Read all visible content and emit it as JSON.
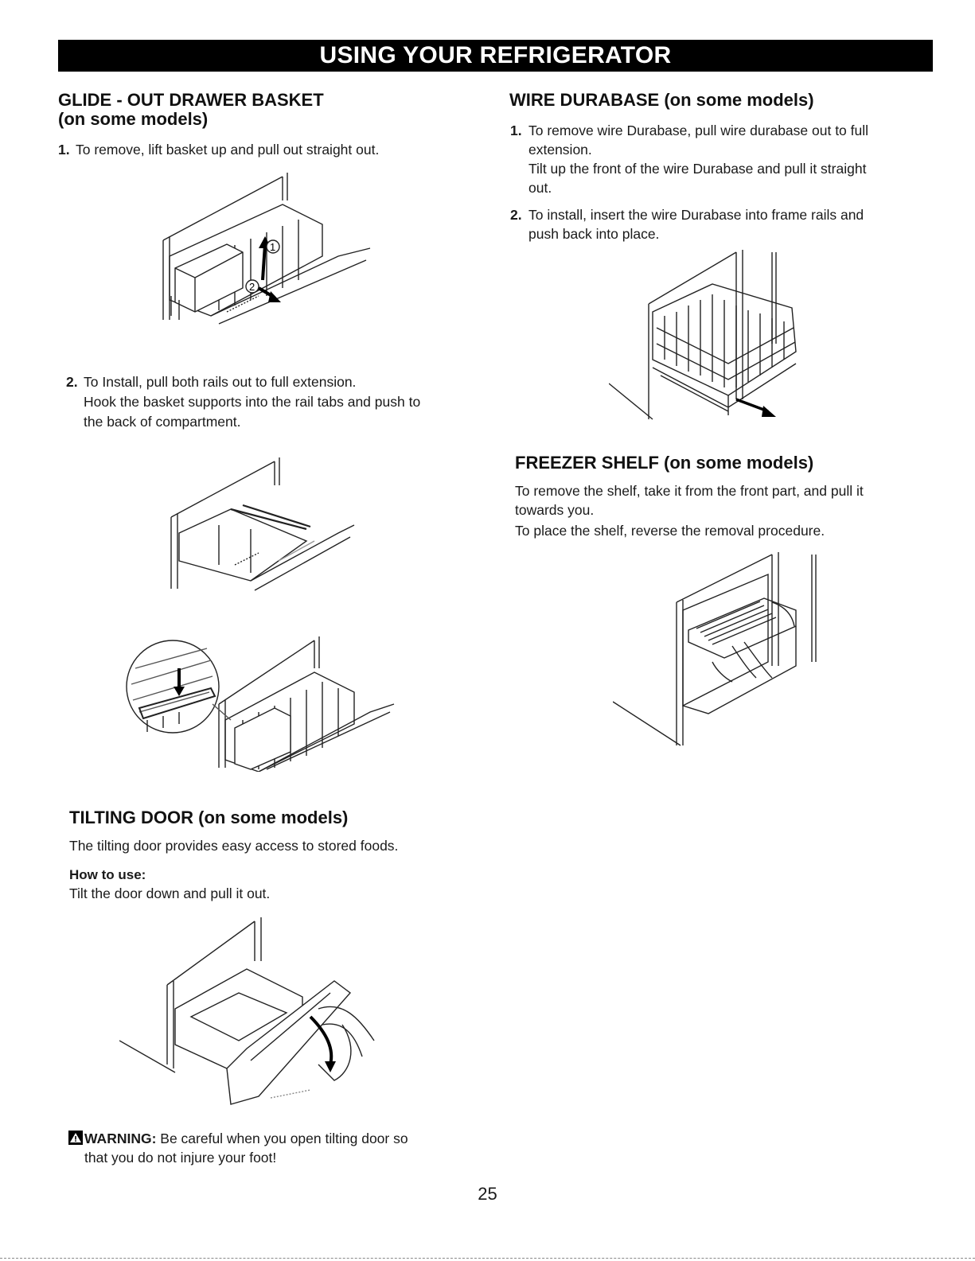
{
  "header": {
    "title": "USING YOUR REFRIGERATOR"
  },
  "glide": {
    "title_line1": "GLIDE - OUT DRAWER BASKET",
    "title_line2": "(on some models)",
    "step1_num": "1.",
    "step1": "To remove, lift basket up and pull out straight out.",
    "step2_num": "2.",
    "step2_line1": "To Install, pull both rails out to full extension.",
    "step2_line2": "Hook the basket supports into the rail tabs and push to",
    "step2_line3": "the back of compartment.",
    "callout1": "1",
    "callout2": "2"
  },
  "wire": {
    "title": "WIRE DURABASE (on some models)",
    "step1_num": "1.",
    "step1_line1": "To remove wire Durabase, pull wire durabase out to full",
    "step1_line2": "extension.",
    "step1_line3": "Tilt up the front of the wire Durabase and pull it straight",
    "step1_line4": "out.",
    "step2_num": "2.",
    "step2_line1": "To install, insert the wire Durabase into frame rails and",
    "step2_line2": "push back into place."
  },
  "freezer": {
    "title": "FREEZER SHELF (on some models)",
    "line1": "To remove the shelf, take it from the front part, and pull it",
    "line2": "towards you.",
    "line3": "To place the shelf, reverse the removal procedure."
  },
  "tilting": {
    "title": "TILTING DOOR (on some models)",
    "desc": "The tilting door provides easy access to stored foods.",
    "howto_label": "How to use:",
    "howto_text": "Tilt the door down and pull it out."
  },
  "warning": {
    "label": "WARNING:",
    "line1": " Be careful when you open tilting door so",
    "line2": "that you do not injure your foot!"
  },
  "page_number": "25"
}
